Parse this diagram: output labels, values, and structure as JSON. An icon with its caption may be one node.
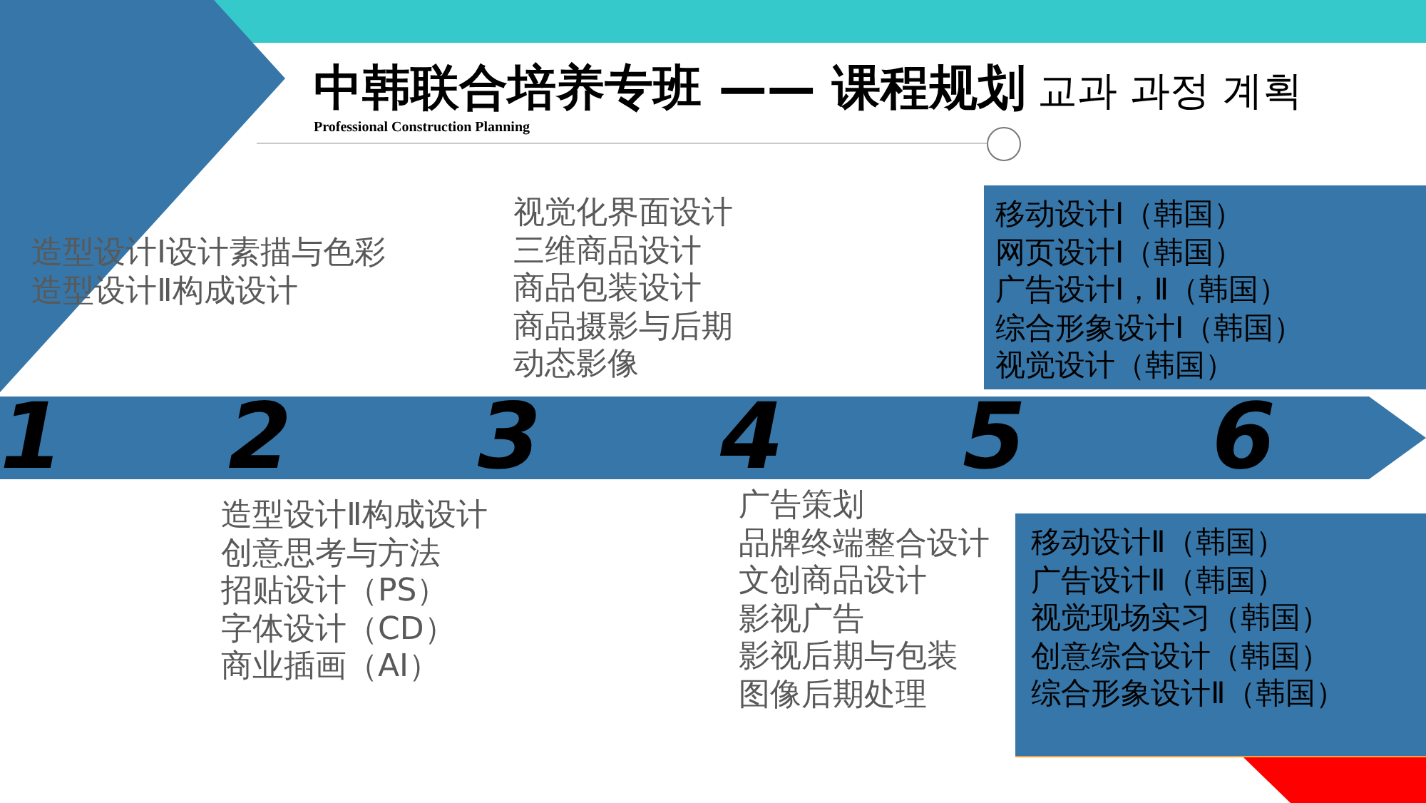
{
  "diagram": {
    "title": "中韩联合培养专班 —— 课程规划",
    "nodes": [
      {
        "text": [
          "移动设计Ⅰ（韩国）",
          "网页设计Ⅰ（韩国）",
          "广告设计Ⅰ，Ⅱ（韩国）",
          "综合形象设计Ⅰ（韩国）",
          "视觉设计（韩国）"
        ]
      },
      {
        "text": [
          "1",
          "2",
          "3",
          "4",
          "5",
          "6"
        ]
      },
      {
        "text": [
          "移动设计Ⅱ（韩国）",
          "广告设计Ⅱ（韩国）",
          "视觉现场实习（韩国）",
          "创意综合设计（韩国）",
          "综合形象设计Ⅱ（韩国）"
        ]
      }
    ],
    "labels": [
      "교과 과정 계획",
      "Professional Construction Planning",
      "造型设计Ⅰ设计素描与色彩",
      "造型设计Ⅱ构成设计",
      "视觉化界面设计",
      "三维商品设计",
      "商品包装设计",
      "商品摄影与后期",
      "动态影像",
      "造型设计Ⅱ构成设计",
      "创意思考与方法",
      "招贴设计（PS）",
      "字体设计（CD）",
      "商业插画（AI）",
      "广告策划",
      "品牌终端整合设计",
      "文创商品设计",
      "影视广告",
      "影视后期与包装",
      "图像后期处理"
    ]
  }
}
